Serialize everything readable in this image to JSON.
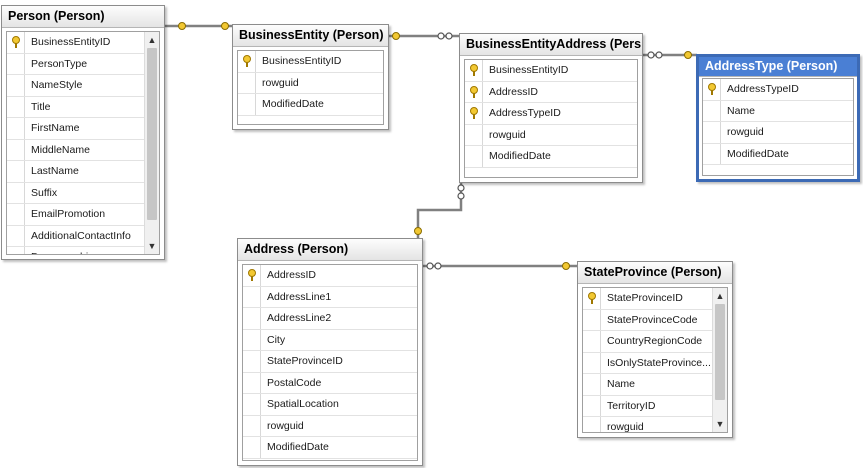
{
  "tables": {
    "person": {
      "title": "Person (Person)",
      "fields": [
        {
          "name": "BusinessEntityID",
          "key": true
        },
        {
          "name": "PersonType",
          "key": false
        },
        {
          "name": "NameStyle",
          "key": false
        },
        {
          "name": "Title",
          "key": false
        },
        {
          "name": "FirstName",
          "key": false
        },
        {
          "name": "MiddleName",
          "key": false
        },
        {
          "name": "LastName",
          "key": false
        },
        {
          "name": "Suffix",
          "key": false
        },
        {
          "name": "EmailPromotion",
          "key": false
        },
        {
          "name": "AdditionalContactInfo",
          "key": false
        },
        {
          "name": "Demographics",
          "key": false
        }
      ]
    },
    "business_entity": {
      "title": "BusinessEntity (Person)",
      "fields": [
        {
          "name": "BusinessEntityID",
          "key": true
        },
        {
          "name": "rowguid",
          "key": false
        },
        {
          "name": "ModifiedDate",
          "key": false
        }
      ]
    },
    "business_entity_address": {
      "title": "BusinessEntityAddress (Pers",
      "fields": [
        {
          "name": "BusinessEntityID",
          "key": true
        },
        {
          "name": "AddressID",
          "key": true
        },
        {
          "name": "AddressTypeID",
          "key": true
        },
        {
          "name": "rowguid",
          "key": false
        },
        {
          "name": "ModifiedDate",
          "key": false
        }
      ]
    },
    "address_type": {
      "title": "AddressType (Person)",
      "fields": [
        {
          "name": "AddressTypeID",
          "key": true
        },
        {
          "name": "Name",
          "key": false
        },
        {
          "name": "rowguid",
          "key": false
        },
        {
          "name": "ModifiedDate",
          "key": false
        }
      ]
    },
    "address": {
      "title": "Address (Person)",
      "fields": [
        {
          "name": "AddressID",
          "key": true
        },
        {
          "name": "AddressLine1",
          "key": false
        },
        {
          "name": "AddressLine2",
          "key": false
        },
        {
          "name": "City",
          "key": false
        },
        {
          "name": "StateProvinceID",
          "key": false
        },
        {
          "name": "PostalCode",
          "key": false
        },
        {
          "name": "SpatialLocation",
          "key": false
        },
        {
          "name": "rowguid",
          "key": false
        },
        {
          "name": "ModifiedDate",
          "key": false
        }
      ]
    },
    "state_province": {
      "title": "StateProvince (Person)",
      "fields": [
        {
          "name": "StateProvinceID",
          "key": true
        },
        {
          "name": "StateProvinceCode",
          "key": false
        },
        {
          "name": "CountryRegionCode",
          "key": false
        },
        {
          "name": "IsOnlyStateProvince...",
          "key": false
        },
        {
          "name": "Name",
          "key": false
        },
        {
          "name": "TerritoryID",
          "key": false
        },
        {
          "name": "rowguid",
          "key": false
        }
      ]
    }
  },
  "icons": {
    "primary_key": "key-icon",
    "scroll_up": "chevron-up-icon",
    "scroll_down": "chevron-down-icon"
  },
  "colors": {
    "selected_title": "#4a7fd4",
    "selected_border": "#3c6ab5",
    "key_icon": "#f2c832",
    "relationship_line": "#808080"
  }
}
